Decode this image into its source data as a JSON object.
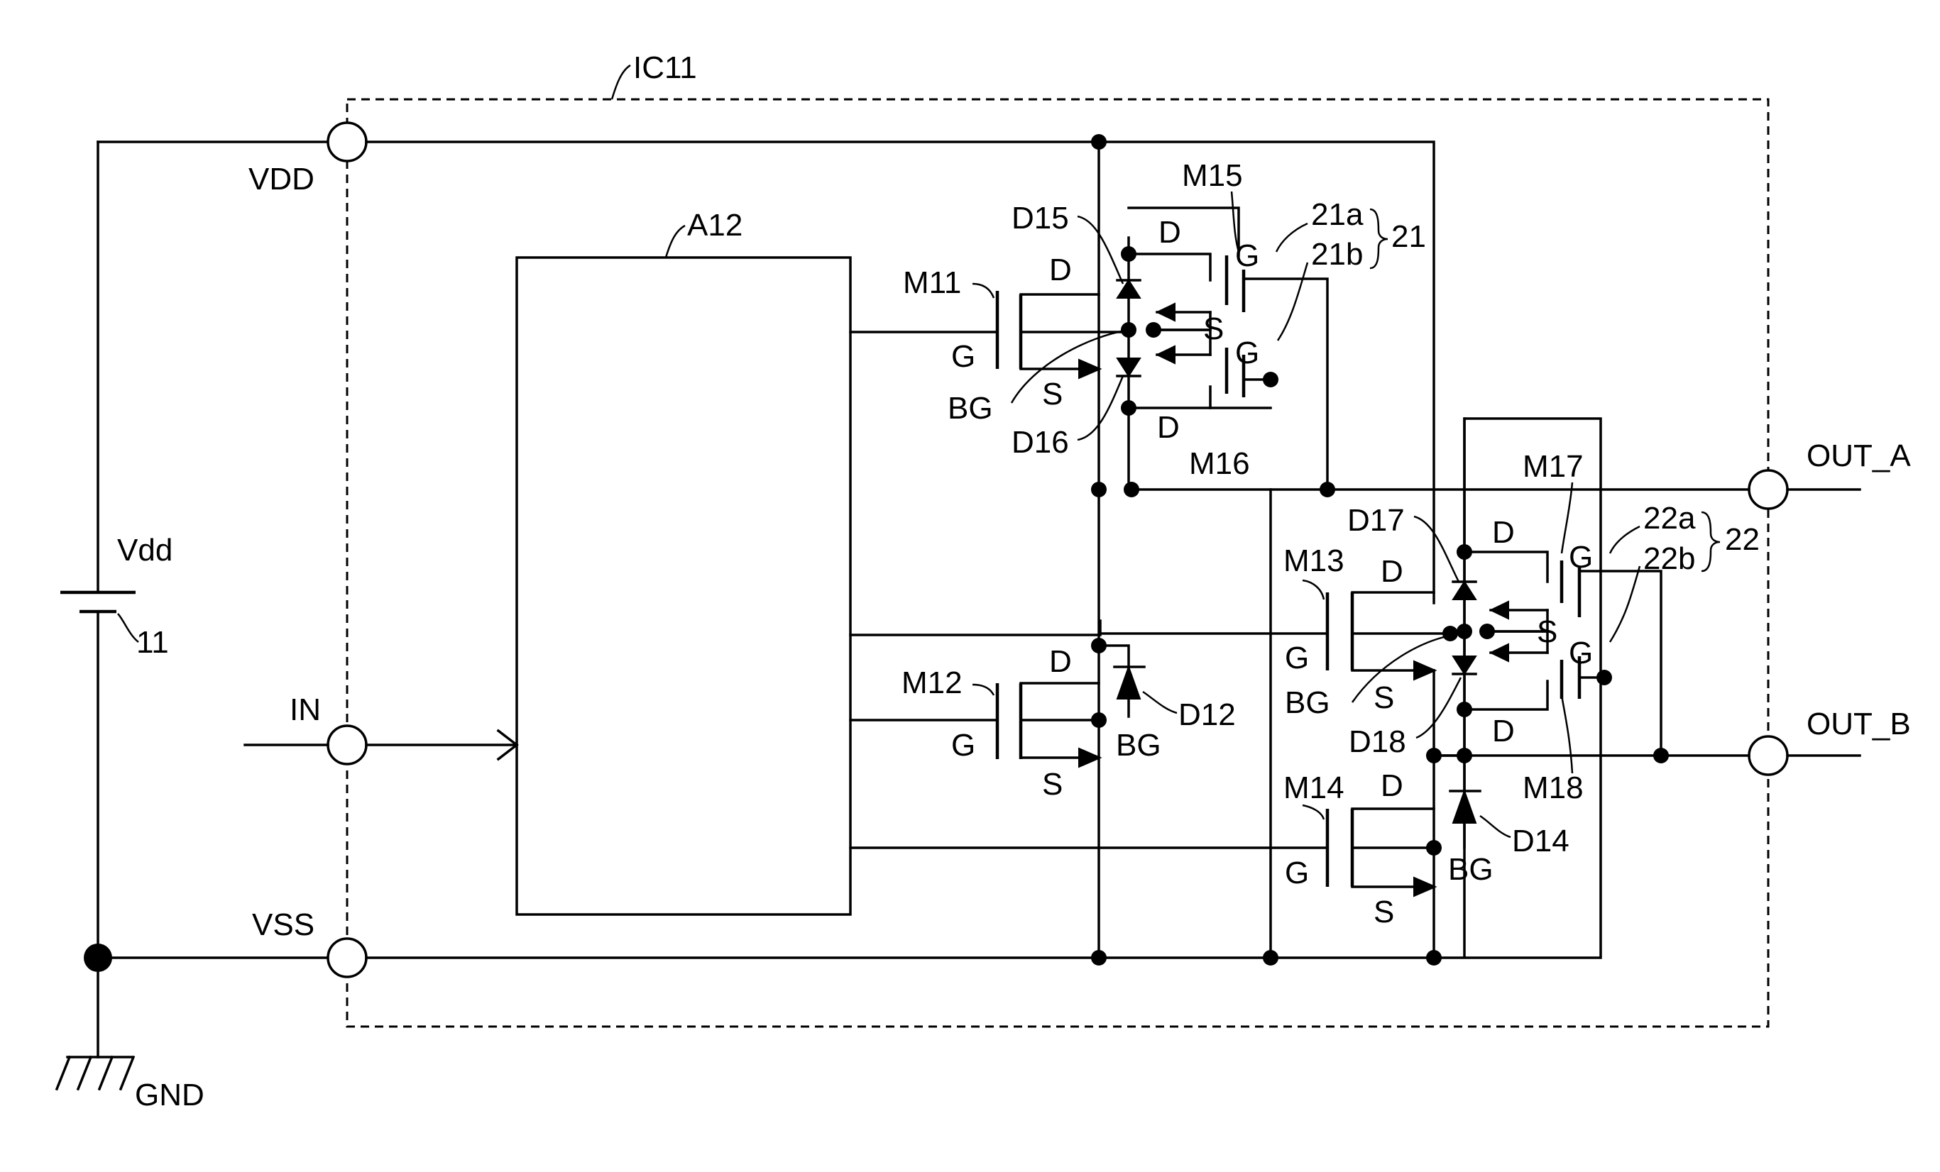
{
  "diagram": {
    "ic_label": "IC11",
    "block_label": "A12",
    "battery": {
      "label": "Vdd",
      "ref": "11"
    },
    "ground_label": "GND",
    "pins": {
      "vdd": "VDD",
      "in": "IN",
      "vss": "VSS",
      "out_a": "OUT_A",
      "out_b": "OUT_B"
    },
    "transistors": {
      "m11": "M11",
      "m12": "M12",
      "m13": "M13",
      "m14": "M14",
      "m15": "M15",
      "m16": "M16",
      "m17": "M17",
      "m18": "M18"
    },
    "diodes": {
      "d12": "D12",
      "d14": "D14",
      "d15": "D15",
      "d16": "D16",
      "d17": "D17",
      "d18": "D18"
    },
    "terminals": {
      "drain": "D",
      "gate": "G",
      "source": "S",
      "back_gate": "BG"
    },
    "groups": {
      "g21": "21",
      "g21a": "21a",
      "g21b": "21b",
      "g22": "22",
      "g22a": "22a",
      "g22b": "22b"
    }
  }
}
